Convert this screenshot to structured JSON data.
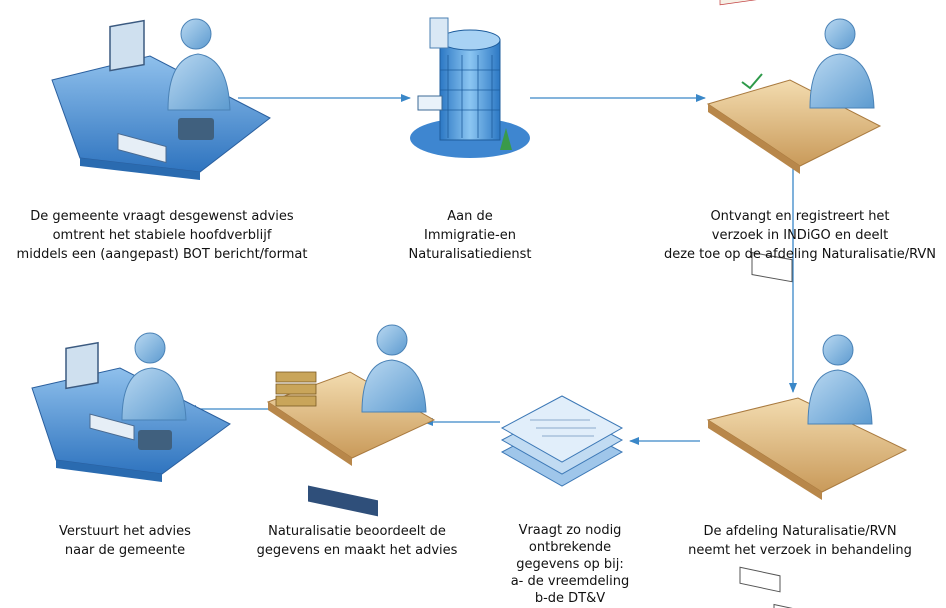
{
  "diagram": {
    "nodes": [
      {
        "id": "gemeente-start",
        "icon": "desk-computer-worker-icon",
        "lines": [
          "De gemeente vraagt desgewenst advies",
          "omtrent het stabiele hoofdverblijf",
          "middels een (aangepast) BOT bericht/format"
        ]
      },
      {
        "id": "ind",
        "icon": "office-building-icon",
        "lines": [
          "Aan de",
          "Immigratie-en",
          "Naturalisatiedienst"
        ]
      },
      {
        "id": "registratie",
        "icon": "desk-paperwork-worker-icon",
        "lines": [
          "Ontvangt en registreert het",
          "verzoek in INDiGO en deelt",
          "deze toe op de afdeling Naturalisatie/RVN"
        ]
      },
      {
        "id": "afdeling",
        "icon": "desk-documents-worker-icon",
        "lines": [
          "De afdeling Naturalisatie/RVN",
          "neemt het verzoek in behandeling"
        ]
      },
      {
        "id": "gegevens",
        "icon": "stacked-documents-icon",
        "lines": [
          "Vraagt zo nodig",
          "ontbrekende",
          "gegevens op bij:",
          "a- de vreemdeling",
          "b-de DT&V"
        ]
      },
      {
        "id": "beoordeling",
        "icon": "desk-books-worker-icon",
        "lines": [
          "Naturalisatie beoordeelt de",
          "gegevens en maakt het advies"
        ]
      },
      {
        "id": "gemeente-end",
        "icon": "desk-computer-worker-icon",
        "lines": [
          "Verstuurt het advies",
          "naar de gemeente"
        ]
      }
    ],
    "colors": {
      "connector": "#3a87c8",
      "desk_blue": "#4e92d6",
      "desk_wood": "#d8b37a",
      "person": "#8ab8de",
      "building": "#5aa0e0",
      "paper": "#cfe3f5"
    }
  }
}
